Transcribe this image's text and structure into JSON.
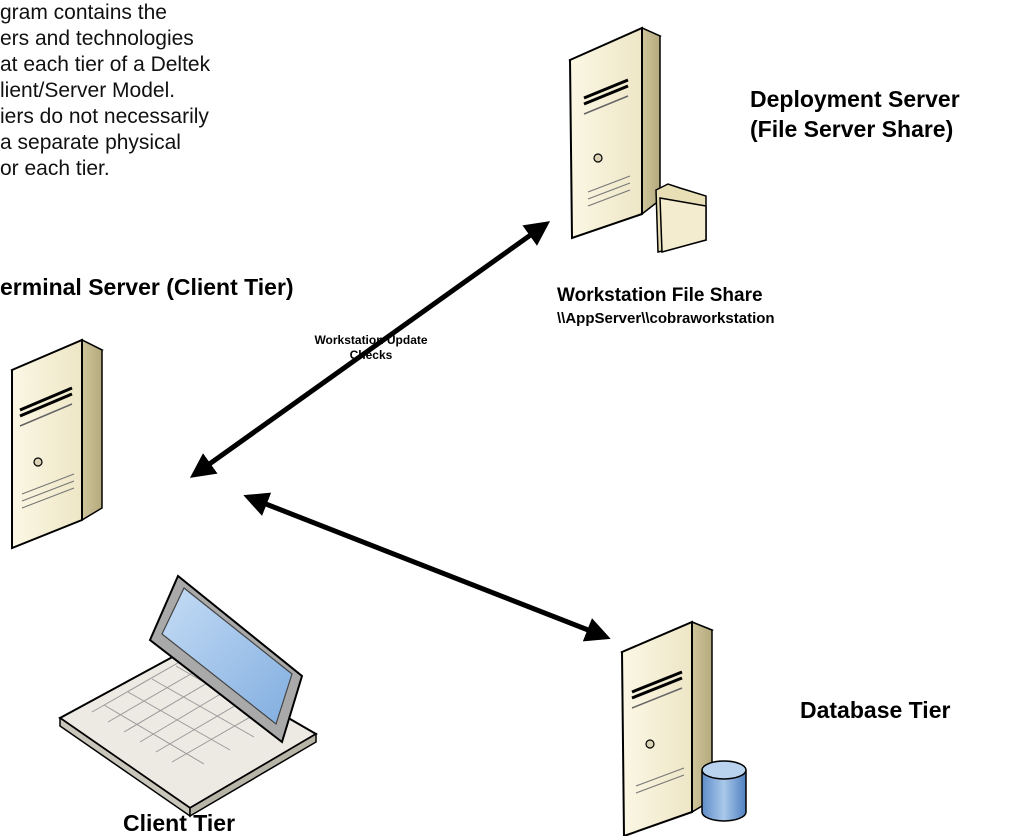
{
  "intro": {
    "lines": [
      "gram contains the",
      "ers and technologies",
      "at each tier of a Deltek",
      "lient/Server Model.",
      "iers do not necessarily",
      "a separate physical",
      "or each tier."
    ]
  },
  "deployment_server": {
    "title_line1": "Deployment Server",
    "title_line2": "(File Server Share)",
    "share_label": "Workstation File Share",
    "share_path": "\\\\AppServer\\\\cobraworkstation"
  },
  "terminal_server": {
    "title": "erminal Server (Client Tier)"
  },
  "update_arrow": {
    "line1": "Workstation Update",
    "line2": "Checks"
  },
  "database_tier": {
    "title": "Database Tier"
  },
  "client_tier": {
    "title": "Client Tier"
  }
}
